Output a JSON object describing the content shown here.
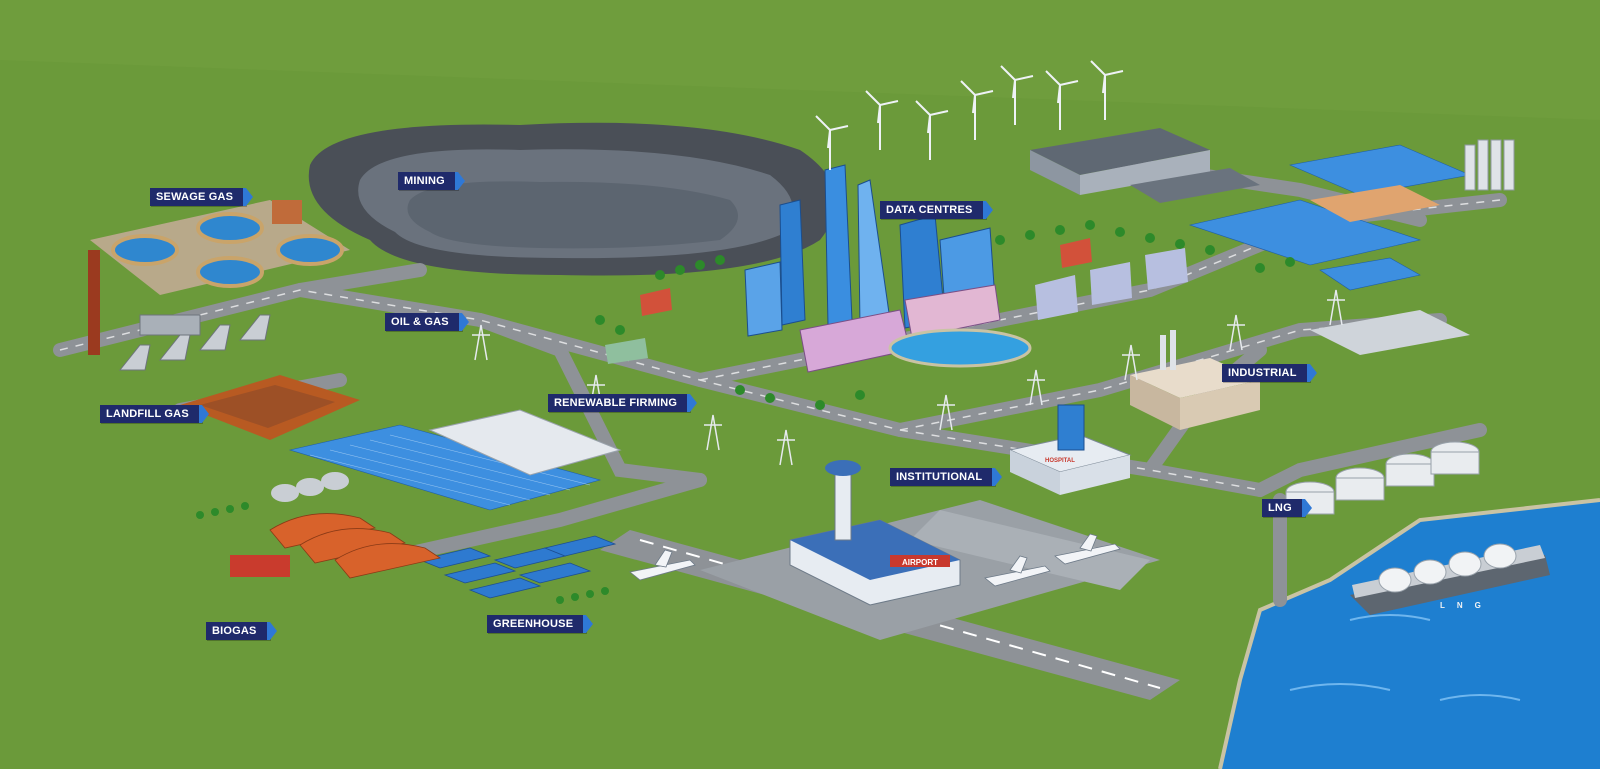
{
  "labels": {
    "sewage_gas": "SEWAGE GAS",
    "mining": "MINING",
    "data_centres": "DATA CENTRES",
    "oil_gas": "OIL & GAS",
    "landfill_gas": "LANDFILL GAS",
    "renewable_firming": "RENEWABLE FIRMING",
    "industrial": "INDUSTRIAL",
    "institutional": "INSTITUTIONAL",
    "lng": "LNG",
    "biogas": "BIOGAS",
    "greenhouse": "GREENHOUSE"
  },
  "signage": {
    "airport": "AIRPORT",
    "ship": "LNG",
    "hospital": "HOSPITAL"
  },
  "colors": {
    "grass": "#6b9a3a",
    "road": "#8e9297",
    "water": "#1e7fd0",
    "label_bg": "#1f2a6b",
    "label_accent": "#2f78d6",
    "solar": "#3d8fe0"
  }
}
